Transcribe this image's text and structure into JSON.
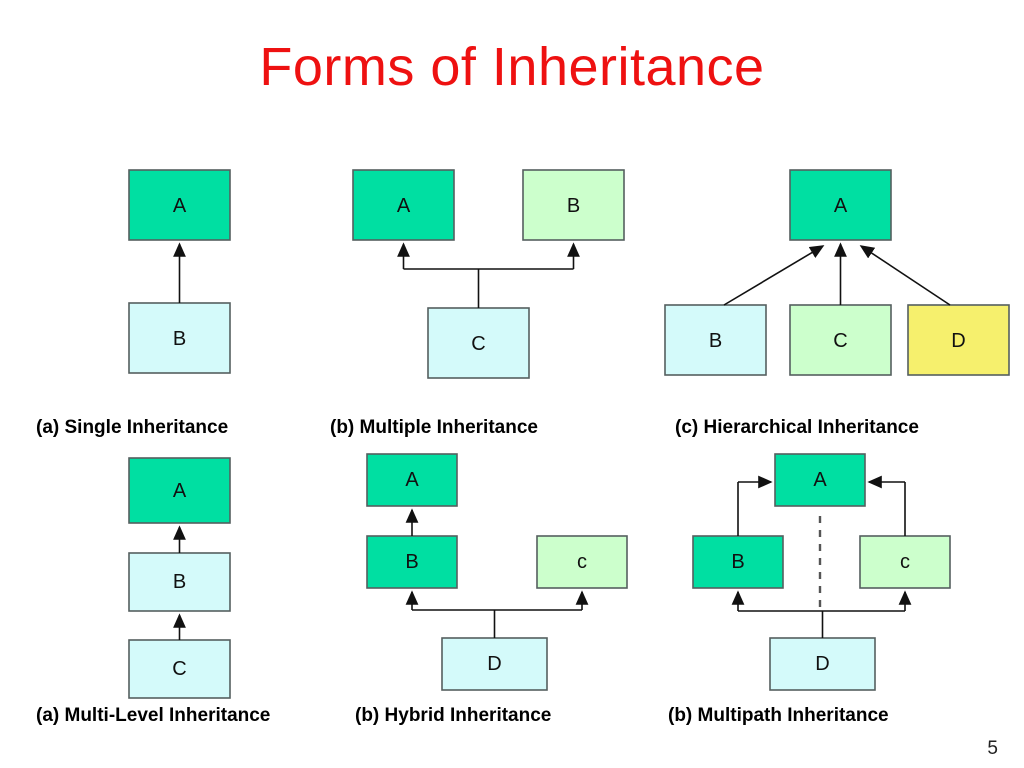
{
  "slide": {
    "title": "Forms of Inheritance",
    "title_color": "#ee1111",
    "page_number": "5",
    "background": "#ffffff"
  },
  "palette": {
    "green": "#00DFA2",
    "light_green": "#CCFFCC",
    "cyan": "#D4FAFA",
    "yellow": "#F6F06D",
    "stroke": "#555f5f",
    "line": "#222222"
  },
  "diagrams": [
    {
      "id": "single-inheritance",
      "caption": "(a) Single Inheritance",
      "nodes": [
        {
          "label": "A",
          "color": "green"
        },
        {
          "label": "B",
          "color": "cyan"
        }
      ],
      "edges": [
        {
          "from": "B",
          "to": "A",
          "style": "arrow-up"
        }
      ]
    },
    {
      "id": "multiple-inheritance",
      "caption": "(b) Multiple Inheritance",
      "nodes": [
        {
          "label": "A",
          "color": "green"
        },
        {
          "label": "B",
          "color": "light_green"
        },
        {
          "label": "C",
          "color": "cyan"
        }
      ],
      "edges": [
        {
          "from": "C",
          "to": "A",
          "style": "tee-up"
        },
        {
          "from": "C",
          "to": "B",
          "style": "tee-up"
        }
      ]
    },
    {
      "id": "hierarchical-inheritance",
      "caption": "(c) Hierarchical Inheritance",
      "nodes": [
        {
          "label": "A",
          "color": "green"
        },
        {
          "label": "B",
          "color": "cyan"
        },
        {
          "label": "C",
          "color": "light_green"
        },
        {
          "label": "D",
          "color": "yellow"
        }
      ],
      "edges": [
        {
          "from": "B",
          "to": "A",
          "style": "diagonal-arrow"
        },
        {
          "from": "C",
          "to": "A",
          "style": "arrow-up"
        },
        {
          "from": "D",
          "to": "A",
          "style": "diagonal-arrow"
        }
      ]
    },
    {
      "id": "multi-level-inheritance",
      "caption": "(a) Multi-Level Inheritance",
      "nodes": [
        {
          "label": "A",
          "color": "green"
        },
        {
          "label": "B",
          "color": "cyan"
        },
        {
          "label": "C",
          "color": "cyan"
        }
      ],
      "edges": [
        {
          "from": "B",
          "to": "A",
          "style": "arrow-up"
        },
        {
          "from": "C",
          "to": "B",
          "style": "arrow-up"
        }
      ]
    },
    {
      "id": "hybrid-inheritance",
      "caption": "(b) Hybrid Inheritance",
      "nodes": [
        {
          "label": "A",
          "color": "green"
        },
        {
          "label": "B",
          "color": "green"
        },
        {
          "label": "c",
          "color": "light_green"
        },
        {
          "label": "D",
          "color": "cyan"
        }
      ],
      "edges": [
        {
          "from": "B",
          "to": "A",
          "style": "arrow-up"
        },
        {
          "from": "D",
          "to": "B",
          "style": "tee-up"
        },
        {
          "from": "D",
          "to": "c",
          "style": "tee-up"
        }
      ]
    },
    {
      "id": "multipath-inheritance",
      "caption": "(b) Multipath Inheritance",
      "nodes": [
        {
          "label": "A",
          "color": "green"
        },
        {
          "label": "B",
          "color": "green"
        },
        {
          "label": "c",
          "color": "light_green"
        },
        {
          "label": "D",
          "color": "cyan"
        }
      ],
      "edges": [
        {
          "from": "B",
          "to": "A",
          "style": "elbow-arrow-right"
        },
        {
          "from": "c",
          "to": "A",
          "style": "elbow-arrow-left"
        },
        {
          "from": "D",
          "to": "B",
          "style": "tee-up"
        },
        {
          "from": "D",
          "to": "c",
          "style": "tee-up"
        }
      ],
      "annotations": [
        {
          "type": "dashed-divider"
        }
      ]
    }
  ]
}
